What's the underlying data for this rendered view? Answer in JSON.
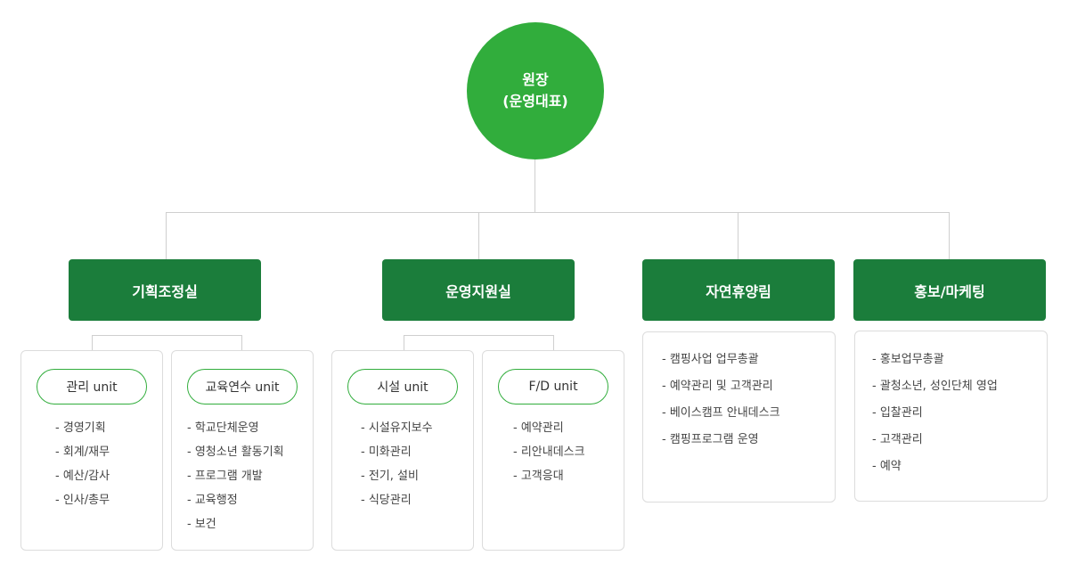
{
  "root": {
    "line1": "원장",
    "line2": "(운영대표)"
  },
  "departments": [
    {
      "name": "기획조정실"
    },
    {
      "name": "운영지원실"
    },
    {
      "name": "자연휴양림"
    },
    {
      "name": "홍보/마케팅"
    }
  ],
  "units": [
    {
      "name": "관리 unit",
      "items": [
        "- 경영기획",
        "- 회계/재무",
        "- 예산/감사",
        "- 인사/총무"
      ]
    },
    {
      "name": "교육연수 unit",
      "items": [
        "- 학교단체운영",
        "- 영청소년 활동기획",
        "- 프로그램 개발",
        "- 교육행정",
        "- 보건"
      ]
    },
    {
      "name": "시설 unit",
      "items": [
        "- 시설유지보수",
        "- 미화관리",
        "- 전기, 설비",
        "- 식당관리"
      ]
    },
    {
      "name": "F/D unit",
      "items": [
        "- 예약관리",
        "- 리안내데스크",
        "- 고객응대"
      ]
    }
  ],
  "lists": [
    {
      "items": [
        "- 캠핑사업 업무총괄",
        "- 예약관리 및 고객관리",
        "- 베이스캠프 안내데스크",
        "- 캠핑프로그램 운영"
      ]
    },
    {
      "items": [
        "- 홍보업무총괄",
        "- 괄청소년, 성인단체 영업",
        "- 입찰관리",
        "- 고객관리",
        "- 예약"
      ]
    }
  ]
}
